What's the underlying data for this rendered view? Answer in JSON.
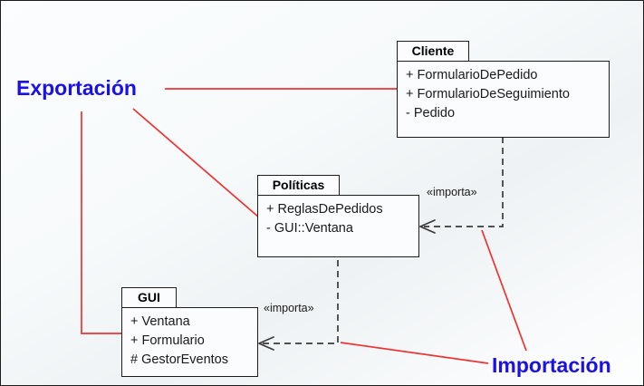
{
  "diagram": {
    "type": "uml-package-dependency-diagram",
    "background_color": "#f6f9fa",
    "border_color": "#1d1d1d",
    "annotation_color": "#1b11e8",
    "relation_color": "#ee3333",
    "line_color": "#3a3a3a"
  },
  "classes": [
    {
      "id": "cliente",
      "title": "Cliente",
      "attributes": [
        "+ FormularioDePedido",
        "+ FormularioDeSeguimiento",
        "- Pedido"
      ]
    },
    {
      "id": "politicas",
      "title": "Políticas",
      "attributes": [
        "+ ReglasDePedidos",
        "- GUI::Ventana"
      ]
    },
    {
      "id": "gui",
      "title": "GUI",
      "attributes": [
        "+ Ventana",
        "+ Formulario",
        "# GestorEventos"
      ]
    }
  ],
  "dependencies": [
    {
      "id": "cliente-politicas",
      "stereotype": "«importa»",
      "from": "cliente",
      "to": "politicas"
    },
    {
      "id": "politicas-gui",
      "stereotype": "«importa»",
      "from": "politicas",
      "to": "gui"
    }
  ],
  "annotations": [
    {
      "id": "exportacion",
      "label": "Exportación"
    },
    {
      "id": "importacion",
      "label": "Importación"
    }
  ]
}
